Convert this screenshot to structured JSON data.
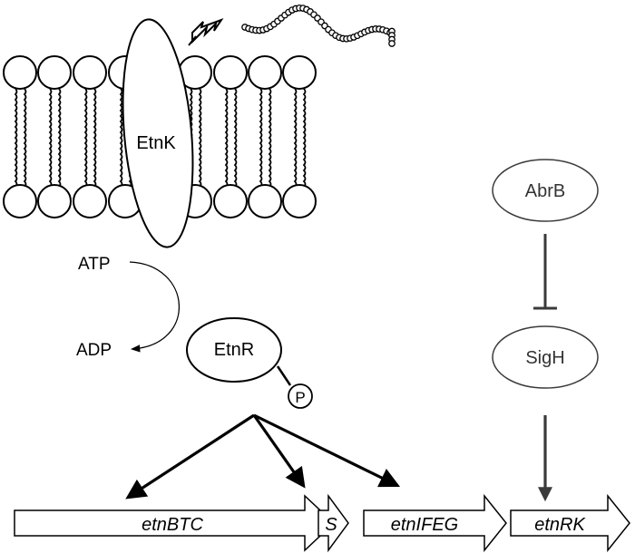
{
  "proteins": {
    "kinase": "EtnK",
    "regulator": "EtnR",
    "phospho": "P",
    "repressor": "AbrB",
    "sigma": "SigH"
  },
  "metabolites": {
    "atp": "ATP",
    "adp": "ADP"
  },
  "genes": [
    {
      "label": "etnBTC"
    },
    {
      "label": "S"
    },
    {
      "label": "etnIFEG"
    },
    {
      "label": "etnRK"
    }
  ],
  "colors": {
    "line": "#000000",
    "regulatory": "#3a3a3a",
    "fill": "#ffffff"
  }
}
